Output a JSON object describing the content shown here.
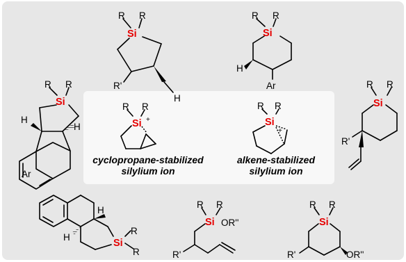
{
  "colors": {
    "panel": "#e7e7e7",
    "inner_panel": "#f8f8f8",
    "silicon": "#e60000"
  },
  "labels": {
    "R": "R",
    "R_prime": "R'",
    "Si": "Si",
    "H": "H",
    "Ar": "Ar",
    "OR2": "OR''",
    "plus": "+"
  },
  "captions": {
    "cyclopropane_line1": "cyclopropane-stabilized",
    "cyclopropane_line2": "silylium ion",
    "alkene_line1": "alkene-stabilized",
    "alkene_line2": "silylium ion"
  }
}
